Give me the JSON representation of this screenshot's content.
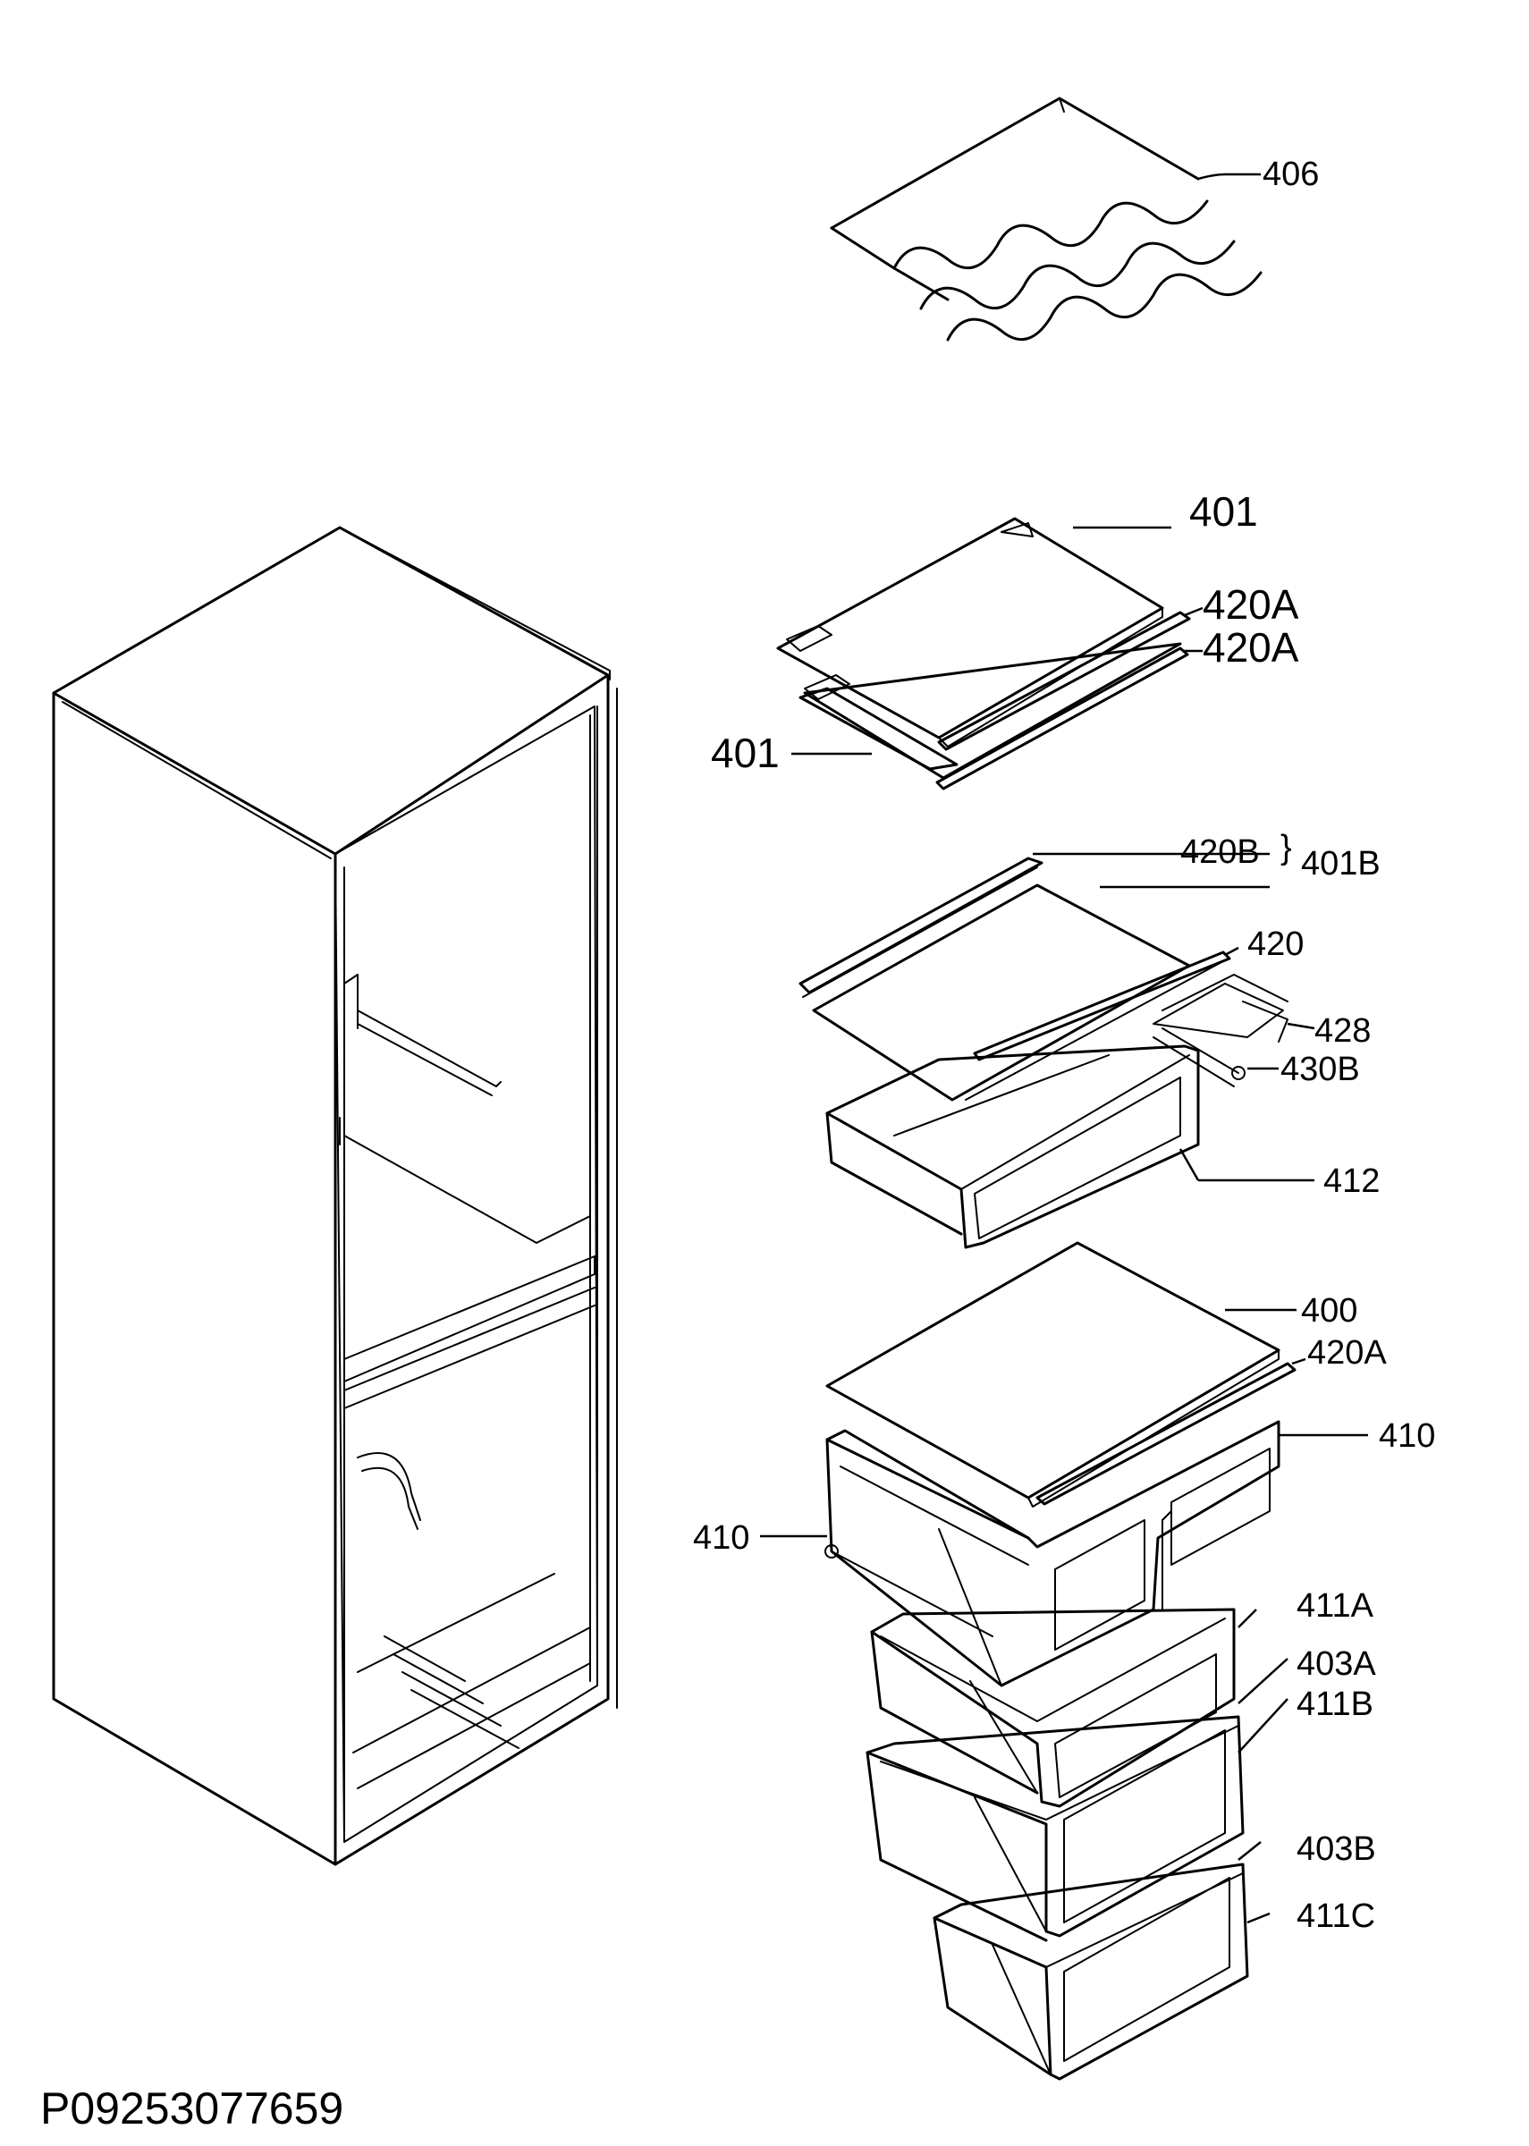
{
  "document_code": "P09253077659",
  "part_labels": {
    "p406": "406",
    "p401_top": "401",
    "p420A_1": "420A",
    "p420A_2": "420A",
    "p401_left": "401",
    "p420B": "420B",
    "p401B": "401B",
    "p420": "420",
    "p428": "428",
    "p430B": "430B",
    "p412": "412",
    "p400": "400",
    "p420A_3": "420A",
    "p410_right": "410",
    "p410_left": "410",
    "p411A": "411A",
    "p403A": "403A",
    "p411B": "411B",
    "p403B": "403B",
    "p411C": "411C"
  }
}
